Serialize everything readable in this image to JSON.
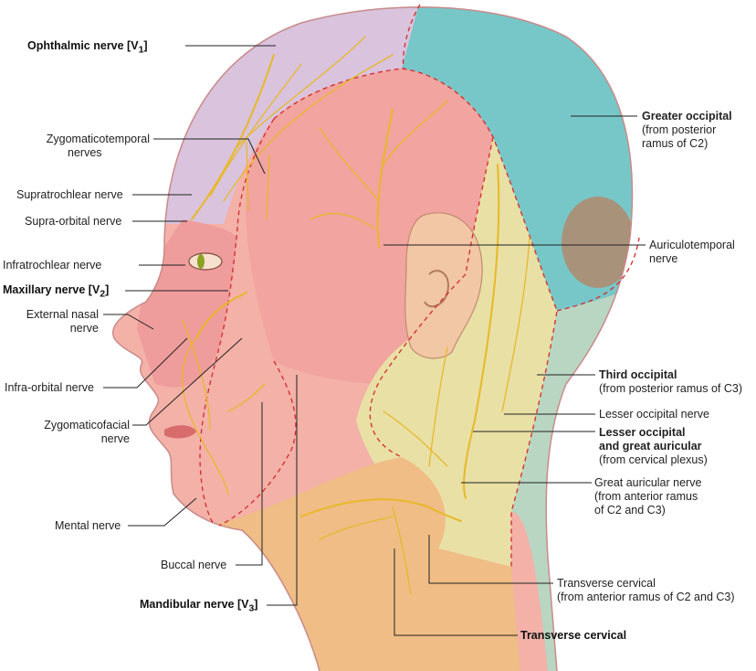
{
  "labels": {
    "ophthalmic": {
      "text": "Ophthalmic nerve [V",
      "sub": "1",
      "end": "]"
    },
    "zygomaticotemporal": {
      "line1": "Zygomaticotemporal",
      "line2": "nerves"
    },
    "supratrochlear": "Supratrochlear nerve",
    "supraorbital": "Supra-orbital nerve",
    "infratrochlear": "Infratrochlear nerve",
    "maxillary": {
      "text": "Maxillary nerve [V",
      "sub": "2",
      "end": "]"
    },
    "external_nasal": {
      "line1": "External nasal",
      "line2": "nerve"
    },
    "infraorbital": "Infra-orbital nerve",
    "zygomaticofacial": {
      "line1": "Zygomaticofacial",
      "line2": "nerve"
    },
    "mental": "Mental nerve",
    "buccal": "Buccal nerve",
    "mandibular": {
      "text": "Mandibular nerve [V",
      "sub": "3",
      "end": "]"
    },
    "greater_occipital": {
      "line1": "Greater occipital",
      "line2": "(from posterior",
      "line3": "ramus of C2)"
    },
    "auriculotemporal": {
      "line1": "Auriculotemporal",
      "line2": "nerve"
    },
    "third_occipital": {
      "line1": "Third occipital",
      "line2": "(from posterior ramus of C3)"
    },
    "lesser_occipital_nerve": "Lesser occipital nerve",
    "lesser_and_great": {
      "line1": "Lesser occipital",
      "line2": "and great auricular",
      "line3": "(from cervical plexus)"
    },
    "great_auricular": {
      "line1": "Great auricular nerve",
      "line2": "(from anterior ramus",
      "line3": "of C2 and C3)"
    },
    "transverse_cervical_nerve": {
      "line1": "Transverse cervical",
      "line2": "(from anterior ramus of C2 and C3)"
    },
    "transverse_cervical": "Transverse cervical"
  },
  "colors": {
    "v1_region": "#d9c3dd",
    "v2_region": "#ef9c9c",
    "v3_region": "#f3b1a8",
    "greater_occipital_region": "#77c7c9",
    "cervical_region": "#e9e0a6",
    "transverse_cervical_region": "#efbd85",
    "nerve": "#e8b828",
    "boundary": "#d42a2a"
  }
}
